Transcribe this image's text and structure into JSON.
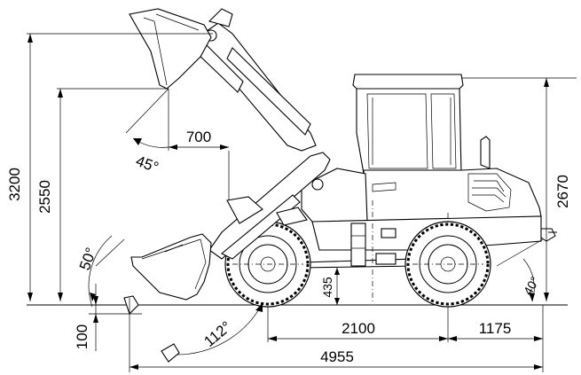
{
  "dimensions": {
    "max_dump_height": "3200",
    "dump_height": "2550",
    "dump_reach": "700",
    "overall_height": "2670",
    "ground_clearance": "435",
    "wheelbase": "2100",
    "rear_overhang": "1175",
    "overall_length": "4955",
    "digging_depth": "100"
  },
  "angles": {
    "dump_angle": "45°",
    "rollback_angle": "50°",
    "tilt_angle": "112°",
    "departure_angle": "40°"
  }
}
